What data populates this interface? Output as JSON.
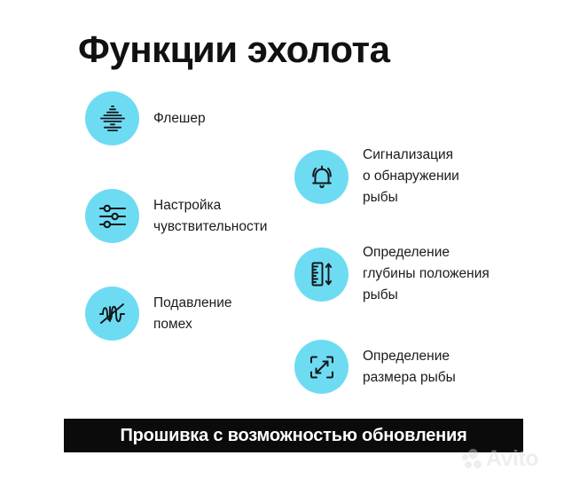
{
  "page": {
    "title": "Функции эхолота",
    "background_color": "#ffffff",
    "accent_color": "#6ddcf2",
    "text_color": "#1b1b1f",
    "banner_color": "#0b0b0c"
  },
  "features": {
    "left": [
      {
        "icon": "flasher-waveform-icon",
        "label": "Флешер"
      },
      {
        "icon": "sliders-icon",
        "label": "Настройка\nчувствительности"
      },
      {
        "icon": "noise-suppression-icon",
        "label": "Подавление\nпомех"
      }
    ],
    "right": [
      {
        "icon": "bell-alarm-icon",
        "label": "Сигнализация\nо обнаружении\nрыбы"
      },
      {
        "icon": "ruler-depth-icon",
        "label": "Определение\nглубины положения\nрыбы"
      },
      {
        "icon": "measure-size-icon",
        "label": "Определение\nразмера рыбы"
      }
    ]
  },
  "banner": {
    "text": "Прошивка с возможностью обновления"
  },
  "watermark": {
    "text": "Avito"
  }
}
